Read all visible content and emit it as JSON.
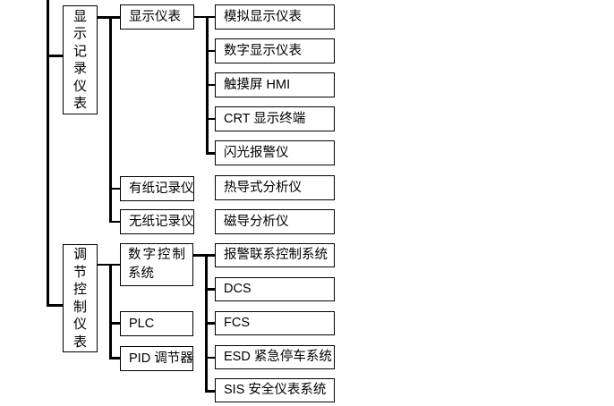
{
  "diagram": {
    "background": "#ffffff",
    "line_color": "#000000",
    "branches": [
      {
        "label": "显示记录仪表",
        "children": [
          {
            "label": "显示仪表",
            "children": [
              {
                "label": "模拟显示仪表"
              },
              {
                "label": "数字显示仪表"
              },
              {
                "label": "触摸屏 HMI"
              },
              {
                "label": "CRT 显示终端"
              },
              {
                "label": "闪光报警仪"
              }
            ]
          },
          {
            "label": "有纸记录仪",
            "children": [
              {
                "label": "热导式分析仪",
                "connected": false
              }
            ]
          },
          {
            "label": "无纸记录仪",
            "children": [
              {
                "label": "磁导分析仪",
                "connected": false
              }
            ]
          }
        ]
      },
      {
        "label": "调节控制仪表",
        "children": [
          {
            "label": "数字控制系统",
            "children": [
              {
                "label": "报警联系控制系统"
              },
              {
                "label": "DCS"
              },
              {
                "label": "FCS"
              },
              {
                "label": "ESD 紧急停车系统"
              },
              {
                "label": "SIS 安全仪表系统"
              }
            ]
          },
          {
            "label": "PLC"
          },
          {
            "label": "PID 调节器"
          }
        ]
      }
    ]
  }
}
